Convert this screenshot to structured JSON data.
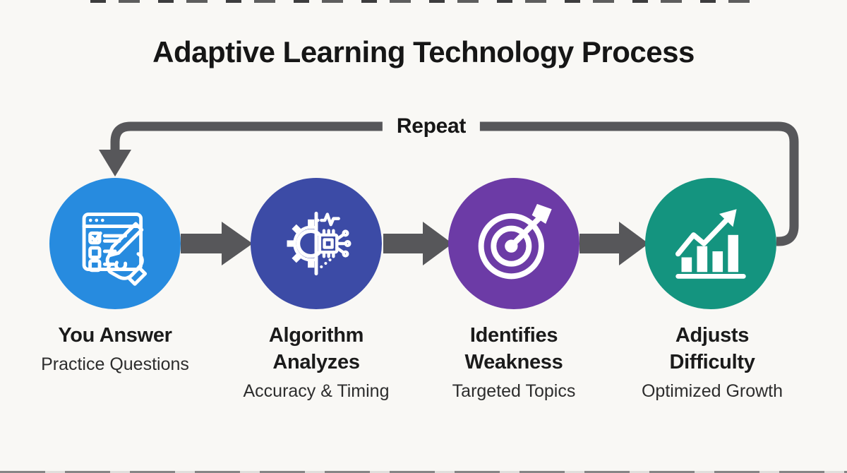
{
  "title": "Adaptive Learning Technology Process",
  "loop": {
    "label": "Repeat"
  },
  "colors": {
    "background": "#f9f8f5",
    "arrow": "#57575a",
    "title_text": "#161616",
    "text_primary": "#1b1b1b",
    "text_secondary": "#2d2d2d",
    "icon": "#ffffff",
    "step1": "#278bdf",
    "step2": "#3c4ba6",
    "step3": "#6c3ba6",
    "step4": "#14947f"
  },
  "steps": [
    {
      "heading": "You Answer",
      "subheading": "Practice Questions",
      "icon": "checklist-form-icon",
      "color": "#278bdf"
    },
    {
      "heading": "Algorithm Analyzes",
      "subheading": "Accuracy & Timing",
      "icon": "algorithm-gear-chip-icon",
      "color": "#3c4ba6"
    },
    {
      "heading": "Identifies Weakness",
      "subheading": "Targeted Topics",
      "icon": "target-bullseye-icon",
      "color": "#6c3ba6"
    },
    {
      "heading": "Adjusts Difficulty",
      "subheading": "Optimized Growth",
      "icon": "growth-bar-chart-icon",
      "color": "#14947f"
    }
  ]
}
